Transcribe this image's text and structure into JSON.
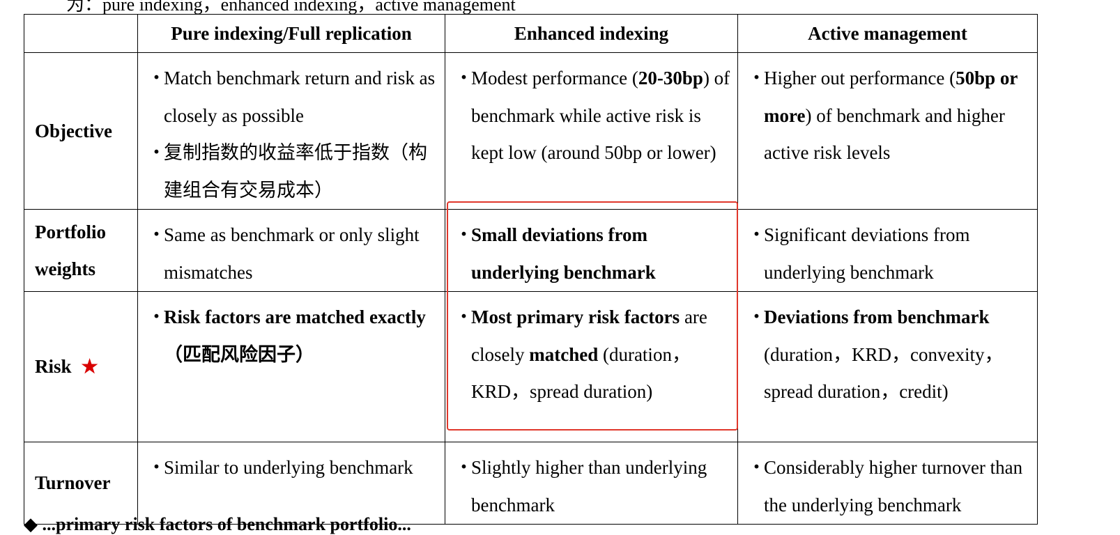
{
  "top_text": "为：pure indexing，enhanced indexing，active management",
  "bottom_text": "◆ ...primary risk factors of benchmark portfolio...",
  "table": {
    "headers": [
      "",
      "Pure indexing/Full replication",
      "Enhanced indexing",
      "Active management"
    ],
    "rows": [
      {
        "label": "Objective",
        "pure": [
          {
            "parts": [
              {
                "t": "Match benchmark return and risk as closely as possible"
              }
            ]
          },
          {
            "parts": [
              {
                "t": "复制指数的收益率低于指数（构建组合有交易成本）"
              }
            ]
          }
        ],
        "enhanced": [
          {
            "parts": [
              {
                "t": "Modest performance ("
              },
              {
                "t": "20-30bp",
                "b": true
              },
              {
                "t": ") of benchmark while active risk is kept low (around 50bp or lower)"
              }
            ]
          }
        ],
        "active": [
          {
            "parts": [
              {
                "t": "Higher out performance ("
              },
              {
                "t": "50bp or more",
                "b": true
              },
              {
                "t": ") of benchmark and higher active risk levels"
              }
            ]
          }
        ]
      },
      {
        "label": "Portfolio weights",
        "pure": [
          {
            "parts": [
              {
                "t": "Same as benchmark or only slight mismatches"
              }
            ]
          }
        ],
        "enhanced": [
          {
            "parts": [
              {
                "t": "Small deviations from underlying benchmark",
                "b": true
              }
            ]
          }
        ],
        "active": [
          {
            "parts": [
              {
                "t": "Significant deviations from underlying benchmark"
              }
            ]
          }
        ]
      },
      {
        "label": "Risk",
        "star": "★",
        "pure": [
          {
            "parts": [
              {
                "t": "Risk factors are matched exactly（匹配风险因子）",
                "b": true
              }
            ]
          }
        ],
        "enhanced": [
          {
            "parts": [
              {
                "t": "Most primary risk factors",
                "b": true
              },
              {
                "t": " are closely "
              },
              {
                "t": "matched",
                "b": true
              },
              {
                "t": " (duration，KRD，spread duration)"
              }
            ]
          }
        ],
        "active": [
          {
            "parts": [
              {
                "t": "Deviations from benchmark",
                "b": true
              },
              {
                "t": " (duration，KRD，convexity，spread duration，credit)"
              }
            ]
          }
        ]
      },
      {
        "label": "Turnover",
        "pure": [
          {
            "parts": [
              {
                "t": "Similar to underlying benchmark"
              }
            ]
          }
        ],
        "enhanced": [
          {
            "parts": [
              {
                "t": "Slightly higher than underlying benchmark"
              }
            ]
          }
        ],
        "active": [
          {
            "parts": [
              {
                "t": "Considerably higher turnover than the underlying benchmark"
              }
            ]
          }
        ]
      }
    ]
  },
  "bullet_char": "・",
  "colors": {
    "highlight_border": "#e0372b",
    "star": "#d90000"
  }
}
